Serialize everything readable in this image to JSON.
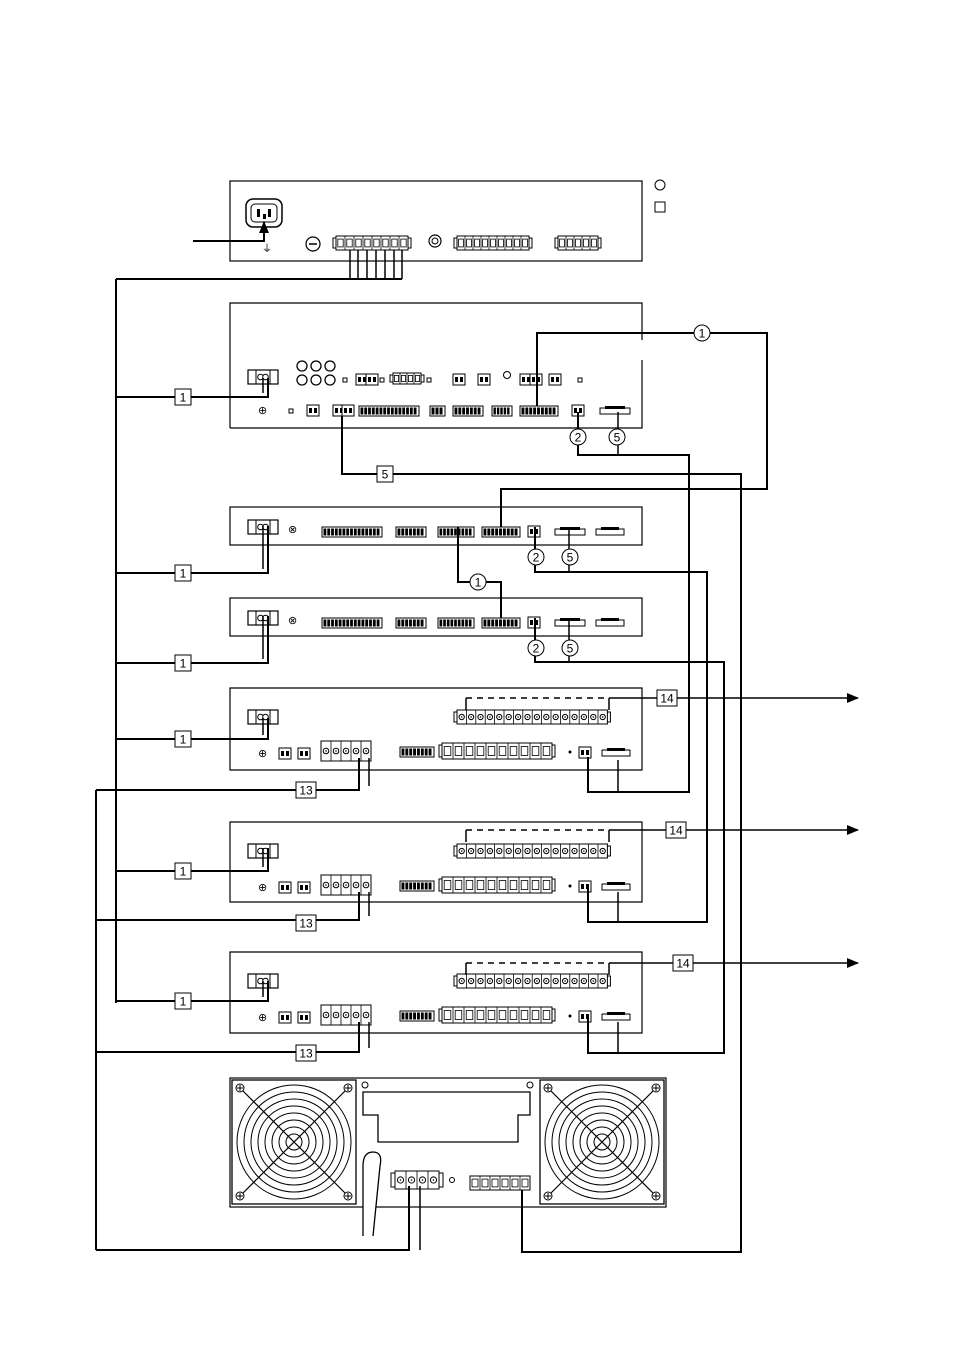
{
  "legend": [
    {
      "symbol": "circle",
      "text": ""
    },
    {
      "symbol": "square",
      "text": ""
    }
  ],
  "cable_labels": {
    "c1": "1",
    "c2": "2",
    "c5": "5",
    "c13": "13",
    "c14": "14"
  },
  "units": [
    {
      "id": "power-distributor"
    },
    {
      "id": "main-unit"
    },
    {
      "id": "expansion-unit-1"
    },
    {
      "id": "expansion-unit-2"
    },
    {
      "id": "amplifier-unit-1"
    },
    {
      "id": "amplifier-unit-2"
    },
    {
      "id": "amplifier-unit-3"
    },
    {
      "id": "power-supply-unit"
    }
  ],
  "colors": {
    "line": "#000000",
    "background": "#ffffff"
  }
}
